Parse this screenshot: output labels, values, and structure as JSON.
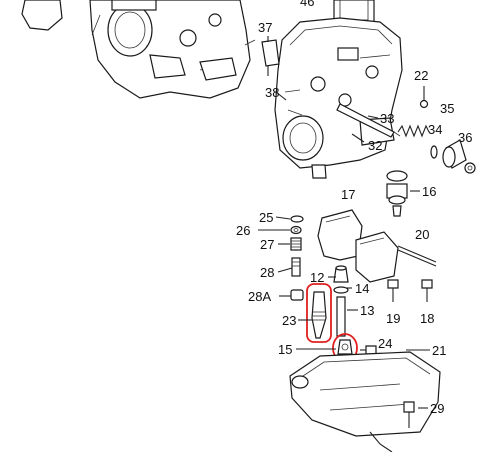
{
  "diagram": {
    "labels": {
      "l46": "46",
      "l37": "37",
      "l38": "38",
      "l22": "22",
      "l35": "35",
      "l34": "34",
      "l36": "36",
      "l33": "33",
      "l32": "32",
      "l17": "17",
      "l16": "16",
      "l25": "25",
      "l26": "26",
      "l27": "27",
      "l20": "20",
      "l28": "28",
      "l12": "12",
      "l14": "14",
      "l28A": "28A",
      "l13": "13",
      "l19": "19",
      "l18": "18",
      "l23": "23",
      "l15": "15",
      "l24": "24",
      "l21": "21",
      "l29": "29"
    },
    "highlight_color": "#e0201e"
  }
}
